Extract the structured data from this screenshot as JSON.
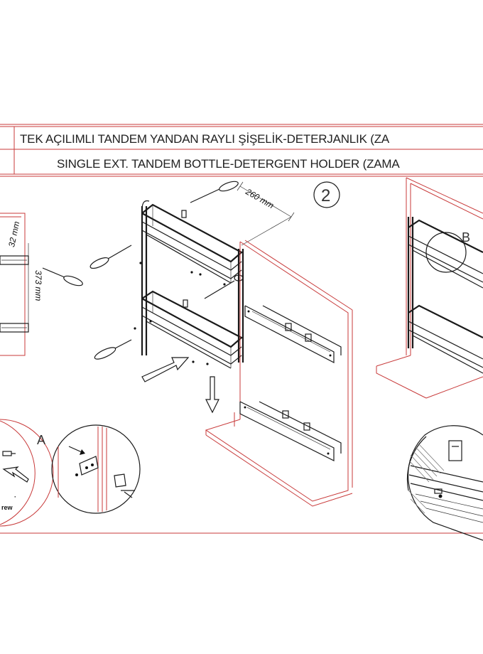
{
  "title": {
    "line_tr": "TEK AÇILIMLI TANDEM YANDAN RAYLI ŞİŞELİK-DETERJANLIK (ZA",
    "line_en": "SINGLE EXT. TANDEM BOTTLE-DETERGENT HOLDER (ZAMA"
  },
  "step_number": "2",
  "dimensions": {
    "depth": "260 mm",
    "gap": "32 mm",
    "height": "373 mm"
  },
  "callouts": {
    "a": "A",
    "b": "B"
  },
  "labels": {
    "screw_fragment": "rew",
    "bullet": "·"
  },
  "colors": {
    "frame_red": "#c83a3a",
    "line_black": "#1a1a1a"
  }
}
